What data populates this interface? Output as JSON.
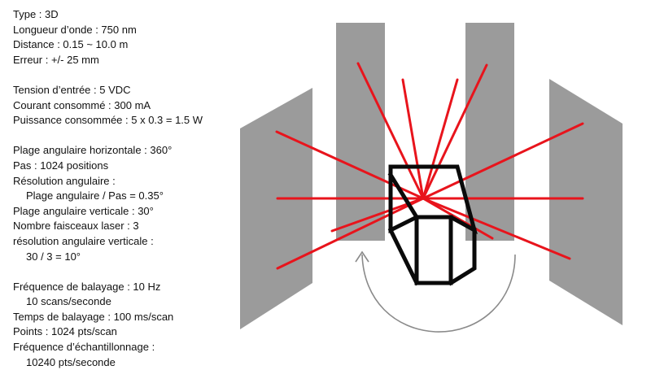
{
  "specs": {
    "groups": [
      {
        "lines": [
          {
            "text": "Type : 3D"
          },
          {
            "text": "Longueur d’onde : 750 nm"
          },
          {
            "text": "Distance : 0.15 ~ 10.0 m"
          },
          {
            "text": "Erreur : +/- 25 mm"
          }
        ]
      },
      {
        "lines": [
          {
            "text": "Tension d’entrée : 5 VDC"
          },
          {
            "text": "Courant consommé : 300 mA"
          },
          {
            "text": "Puissance consommée : 5 x 0.3 = 1.5 W"
          }
        ]
      },
      {
        "lines": [
          {
            "text": "Plage angulaire horizontale : 360°"
          },
          {
            "text": "Pas : 1024 positions"
          },
          {
            "text": "Résolution angulaire :"
          },
          {
            "text": "Plage angulaire / Pas = 0.35°",
            "indent": true
          },
          {
            "text": "Plage angulaire verticale : 30°"
          },
          {
            "text": "Nombre faisceaux laser : 3"
          },
          {
            "text": "résolution angulaire verticale :"
          },
          {
            "text": "30 / 3 = 10°",
            "indent": true
          }
        ]
      },
      {
        "lines": [
          {
            "text": "Fréquence de balayage : 10 Hz"
          },
          {
            "text": "10 scans/seconde",
            "indent": true
          },
          {
            "text": "Temps de balayage : 100 ms/scan"
          },
          {
            "text": "Points : 1024 pts/scan"
          },
          {
            "text": "Fréquence d’échantillonnage :"
          },
          {
            "text": "10240 pts/seconde",
            "indent": true
          }
        ]
      }
    ]
  },
  "diagram": {
    "colors": {
      "wall": "#9b9b9b",
      "laser": "#e8141c",
      "sensor_outline": "#0a0a0a",
      "rotation_arrow": "#8a8a8a"
    }
  }
}
